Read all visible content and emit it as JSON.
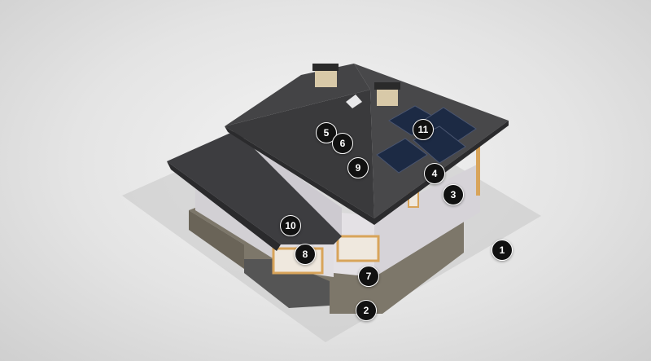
{
  "hotspots": [
    {
      "label": "1"
    },
    {
      "label": "2"
    },
    {
      "label": "3"
    },
    {
      "label": "4"
    },
    {
      "label": "5"
    },
    {
      "label": "6"
    },
    {
      "label": "7"
    },
    {
      "label": "8"
    },
    {
      "label": "9"
    },
    {
      "label": "10"
    },
    {
      "label": "11"
    }
  ],
  "colors": {
    "roof": "#3a3a3c",
    "wall": "#dcd9dd",
    "foundation": "#7d776a",
    "solar": "#1c2a44",
    "trim": "#d8a45a",
    "marker": "#111111"
  }
}
